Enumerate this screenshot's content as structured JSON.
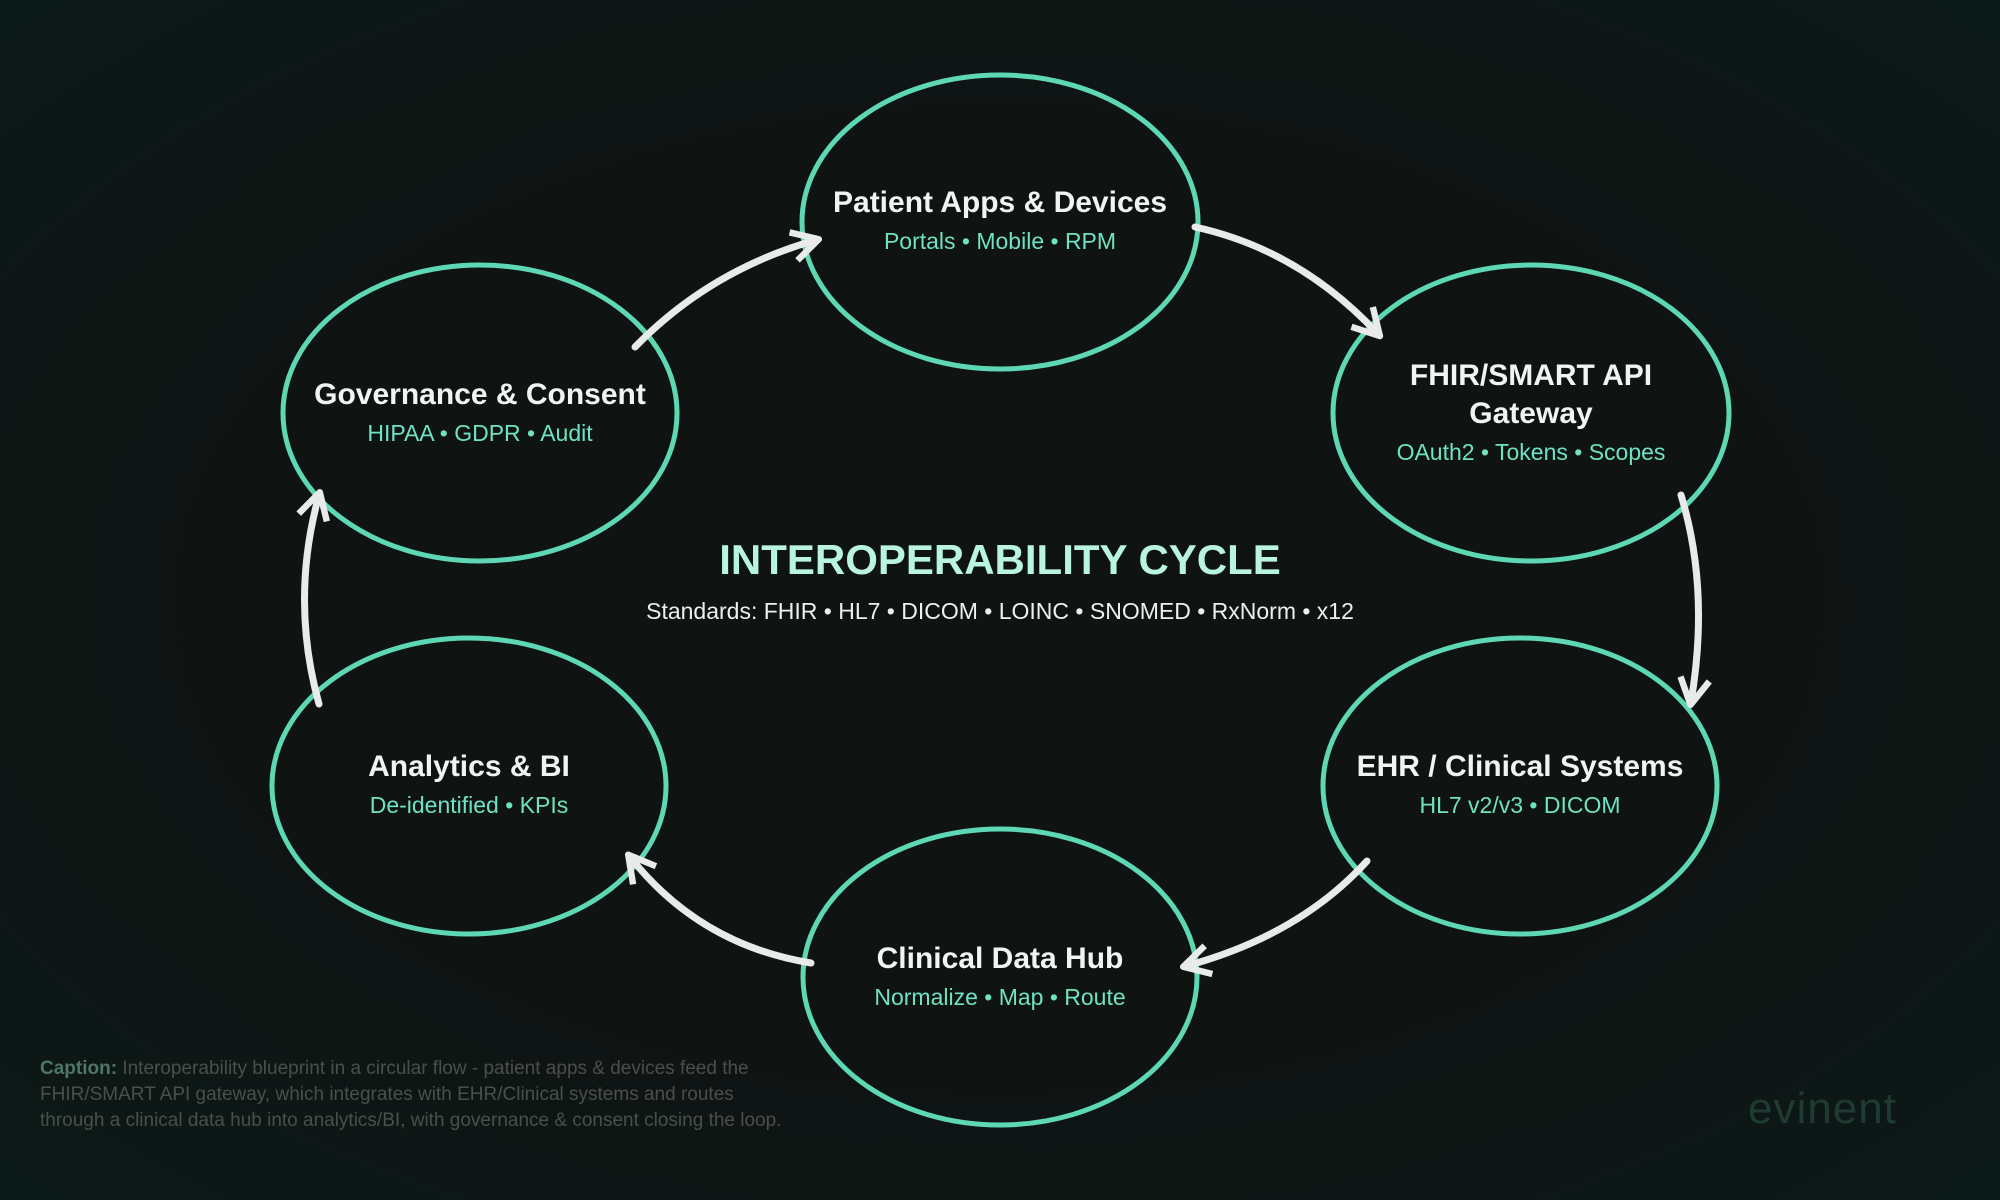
{
  "nodes": [
    {
      "id": "patient",
      "title": "Patient Apps & Devices",
      "subtitle": "Portals • Mobile • RPM"
    },
    {
      "id": "fhir",
      "title": "FHIR/SMART API Gateway",
      "subtitle": "OAuth2 • Tokens • Scopes"
    },
    {
      "id": "ehr",
      "title": "EHR / Clinical Systems",
      "subtitle": "HL7 v2/v3 • DICOM"
    },
    {
      "id": "hub",
      "title": "Clinical Data Hub",
      "subtitle": "Normalize • Map • Route"
    },
    {
      "id": "analytics",
      "title": "Analytics & BI",
      "subtitle": "De-identified • KPIs"
    },
    {
      "id": "governance",
      "title": "Governance & Consent",
      "subtitle": "HIPAA • GDPR • Audit"
    }
  ],
  "center": {
    "title": "INTEROPERABILITY CYCLE",
    "standards": "Standards:  FHIR • HL7 • DICOM • LOINC • SNOMED • RxNorm • x12"
  },
  "caption": {
    "label": "Caption:",
    "text": " Interoperability blueprint in a circular flow - patient apps & devices feed the FHIR/SMART API gateway, which integrates with EHR/Clinical systems and routes through a clinical data hub into analytics/BI, with governance & consent closing the loop."
  },
  "logo": "evinent",
  "colors": {
    "ring": "#5ed8b4",
    "arrow": "#e9eaea",
    "subtitle": "#6fe3c1",
    "title": "#b9f3e2"
  }
}
